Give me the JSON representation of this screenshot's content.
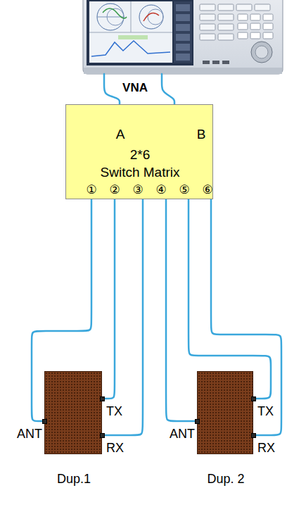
{
  "diagram": {
    "nodes": [
      {
        "text": [
          "VNA"
        ]
      },
      {
        "text": [
          "A",
          "B",
          "2*6",
          "Switch Matrix"
        ]
      },
      {
        "text": [
          "Dup.1"
        ]
      },
      {
        "text": [
          "Dup. 2"
        ]
      }
    ],
    "edges": [
      {
        "from": 0,
        "to": 1,
        "arrow": "none"
      },
      {
        "from": 0,
        "to": 1,
        "arrow": "none"
      },
      {
        "from": 1,
        "to": 2,
        "arrow": "none"
      },
      {
        "from": 1,
        "to": 2,
        "arrow": "none"
      },
      {
        "from": 1,
        "to": 2,
        "arrow": "none"
      },
      {
        "from": 1,
        "to": 3,
        "arrow": "none"
      },
      {
        "from": 1,
        "to": 3,
        "arrow": "none"
      },
      {
        "from": 1,
        "to": 3,
        "arrow": "none"
      }
    ],
    "labels": [
      "①",
      "②",
      "③",
      "④",
      "⑤",
      "⑥",
      "ANT",
      "TX",
      "RX",
      "ANT",
      "TX",
      "RX"
    ]
  }
}
